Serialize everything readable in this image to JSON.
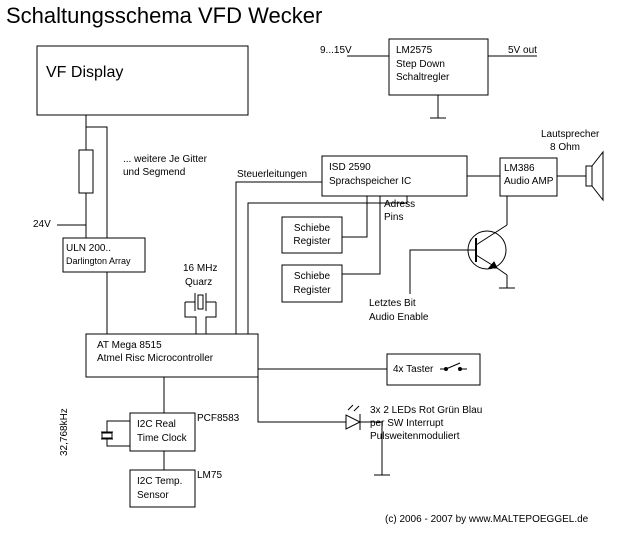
{
  "title": "Schaltungsschema VFD Wecker",
  "vf_display": "VF Display",
  "gitter_note": [
    "... weitere Je Gitter",
    "und Segmend"
  ],
  "voltage_24v": "24V",
  "uln": [
    "ULN 200..",
    "Darlington Array"
  ],
  "regulator": {
    "input": "9...15V",
    "output": "5V out",
    "name": [
      "LM2575",
      "Step Down",
      "Schaltregler"
    ]
  },
  "isd": [
    "ISD 2590",
    "Sprachspeicher IC"
  ],
  "steuerleitungen": "Steuerleitungen",
  "adress_pins": [
    "Adress",
    "Pins"
  ],
  "shift_register_1": [
    "Schiebe",
    "Register"
  ],
  "shift_register_2": [
    "Schiebe",
    "Register"
  ],
  "lm386": [
    "LM386",
    "Audio AMP"
  ],
  "speaker": [
    "Lautsprecher",
    "8 Ohm"
  ],
  "letztes_bit": [
    "Letztes Bit",
    "Audio Enable"
  ],
  "quarz": [
    "16 MHz",
    "Quarz"
  ],
  "mcu": [
    "AT Mega 8515",
    "Atmel Risc Microcontroller"
  ],
  "taster": "4x Taster",
  "leds": [
    "3x 2 LEDs Rot Grün Blau",
    "per SW Interrupt",
    "Pulsweitenmoduliert"
  ],
  "rtc": [
    "I2C Real",
    "Time Clock"
  ],
  "pcf": "PCF8583",
  "crystal_32": "32,768kHz",
  "temp": [
    "I2C Temp.",
    "Sensor"
  ],
  "lm75": "LM75",
  "copyright": "(c) 2006 - 2007 by www.MALTEPOEGGEL.de"
}
